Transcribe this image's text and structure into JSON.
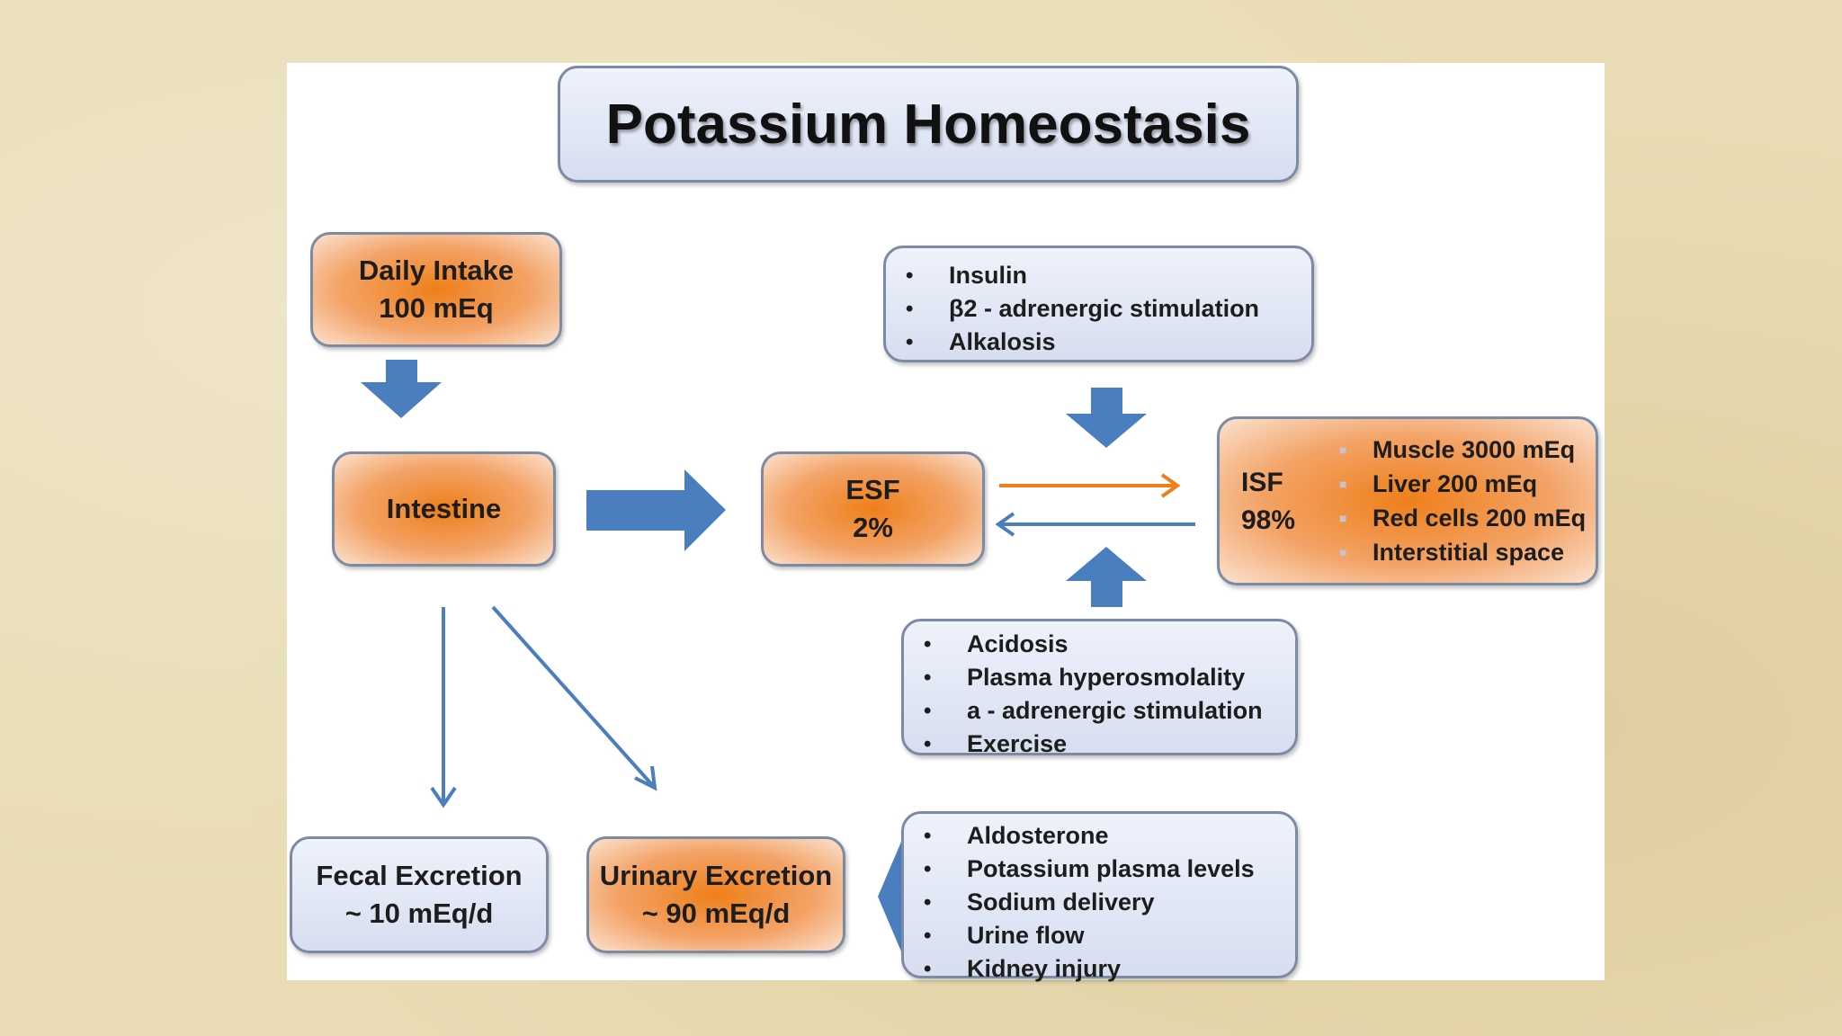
{
  "title": "Potassium Homeostasis",
  "daily_intake": {
    "line1": "Daily Intake",
    "line2": "100 mEq"
  },
  "intestine": {
    "label": "Intestine"
  },
  "esf": {
    "line1": "ESF",
    "line2": "2%"
  },
  "isf": {
    "line1": "ISF",
    "line2": "98%",
    "items": [
      "Muscle 3000 mEq",
      "Liver 200 mEq",
      "Red cells 200 mEq",
      "Interstitial space"
    ]
  },
  "uptake_factors": [
    "Insulin",
    "β2 - adrenergic stimulation",
    "Alkalosis"
  ],
  "release_factors": [
    "Acidosis",
    "Plasma hyperosmolality",
    "a - adrenergic stimulation",
    "Exercise"
  ],
  "fecal_excretion": {
    "line1": "Fecal Excretion",
    "line2": "~ 10 mEq/d"
  },
  "urinary_excretion": {
    "line1": "Urinary Excretion",
    "line2": "~ 90 mEq/d"
  },
  "renal_factors": [
    "Aldosterone",
    "Potassium plasma levels",
    "Sodium delivery",
    "Urine flow",
    "Kidney injury"
  ],
  "colors": {
    "orange": "#ef7f1a",
    "blue_arrow": "#4a7ebf",
    "box_border": "#7d8aa3",
    "box_fill": "#dbe3f3"
  }
}
